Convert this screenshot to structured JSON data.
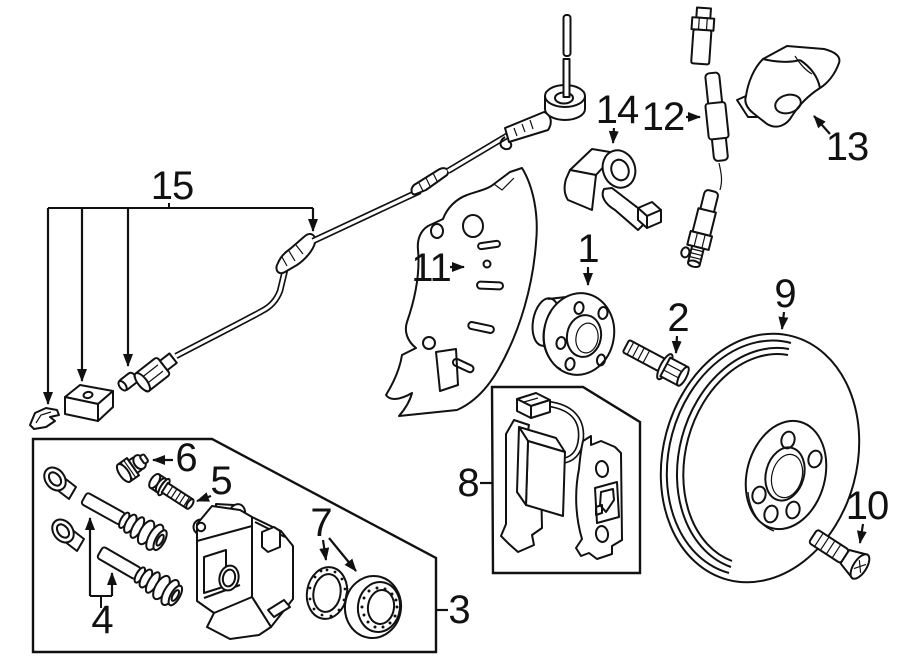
{
  "diagram": {
    "background": "#ffffff",
    "line_color": "#111111",
    "callouts": {
      "c1": "1",
      "c2": "2",
      "c3": "3",
      "c4": "4",
      "c5": "5",
      "c6": "6",
      "c7": "7",
      "c8": "8",
      "c9": "9",
      "c10": "10",
      "c11": "11",
      "c12": "12",
      "c13": "13",
      "c14": "14",
      "c15": "15"
    }
  }
}
